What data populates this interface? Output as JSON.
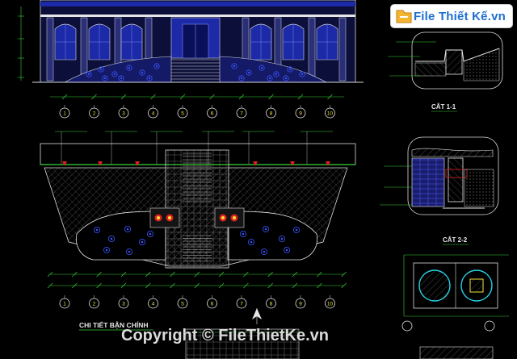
{
  "logo": {
    "text": "File Thiết Kế.vn",
    "accent": "#1d6fd1"
  },
  "copyright": "Copyright © FileThietKe.vn",
  "titles": {
    "section_1": "CẮT 1-1",
    "section_2": "CẮT 2-2",
    "main_detail": "CHI TIẾT BẬN CHÍNH"
  },
  "axis_labels_top": [
    "1",
    "2",
    "3",
    "4",
    "5",
    "6",
    "7",
    "8",
    "9",
    "10"
  ],
  "axis_labels_bottom": [
    "1",
    "2",
    "3",
    "4",
    "5",
    "6",
    "7",
    "8",
    "9",
    "10"
  ],
  "colors": {
    "background": "#000000",
    "linework": "#dcdcdc",
    "facade_blue": "#1c2aa8",
    "hatch_blue": "#2b3cff",
    "dim_green": "#38d23a",
    "accent_red": "#e02020",
    "accent_yellow": "#f2e23a",
    "accent_cyan": "#27d3e6",
    "magenta": "#d43bd4"
  }
}
